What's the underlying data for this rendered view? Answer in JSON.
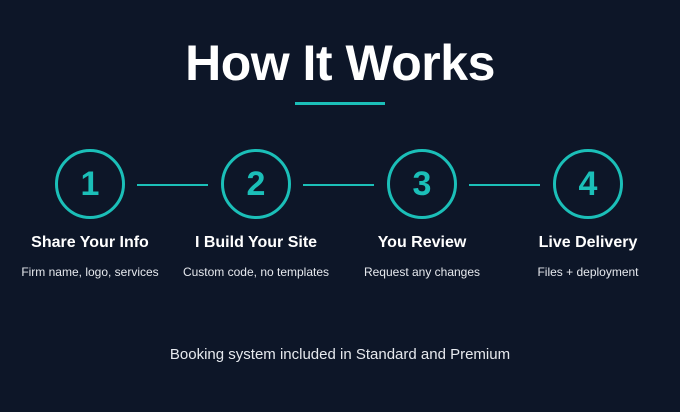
{
  "title": "How It Works",
  "colors": {
    "background": "#0d1628",
    "accent": "#1bbfb8",
    "text": "#ffffff"
  },
  "steps": [
    {
      "number": "1",
      "title": "Share Your Info",
      "description": "Firm name, logo, services"
    },
    {
      "number": "2",
      "title": "I Build Your Site",
      "description": "Custom code, no templates"
    },
    {
      "number": "3",
      "title": "You Review",
      "description": "Request any changes"
    },
    {
      "number": "4",
      "title": "Live Delivery",
      "description": "Files + deployment"
    }
  ],
  "footer_note": "Booking system included in Standard and Premium"
}
